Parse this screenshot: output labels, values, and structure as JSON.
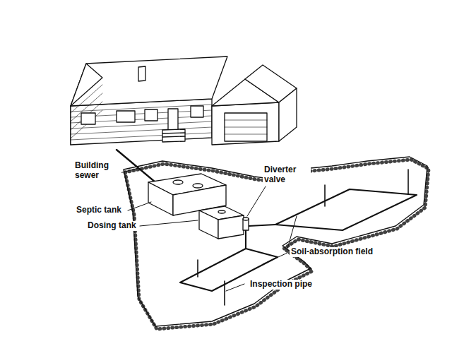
{
  "diagram": {
    "labels": [
      "Building sewer",
      "Septic tank",
      "Dosing tank",
      "Diverter valve",
      "Soil-absorption field",
      "Inspection pipe"
    ]
  }
}
